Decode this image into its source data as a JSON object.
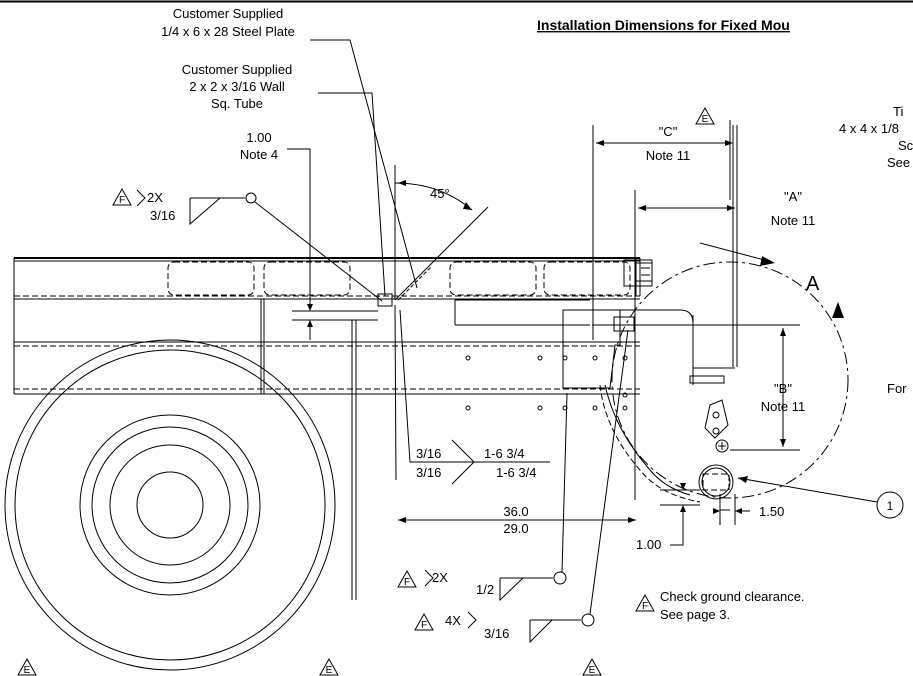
{
  "title": "Installation Dimensions for Fixed Mou",
  "labels": {
    "customer_plate_1": "Customer Supplied",
    "customer_plate_2": "1/4 x 6 x 28 Steel Plate",
    "customer_tube_1": "Customer Supplied",
    "customer_tube_2": "2 x 2 x 3/16 Wall",
    "customer_tube_3": "Sq. Tube",
    "dim_100_top": "1.00",
    "note4": "Note 4",
    "angle": "45°",
    "dim_c": "\"C\"",
    "dim_c_note": "Note 11",
    "dim_a": "\"A\"",
    "dim_a_note": "Note 11",
    "dim_b": "\"B\"",
    "dim_b_note": "Note 11",
    "view_a": "A",
    "right_cut_1": "Ti",
    "right_cut_2": "4 x 4 x 1/8",
    "right_cut_3": "Sc",
    "right_cut_4": "See",
    "right_cut_5": "For",
    "weld_2x_316": "2X",
    "weld_316": "3/16",
    "weld_len_1": "1-6 3/4",
    "weld_len_2": "1-6 3/4",
    "dim_360": "36.0",
    "dim_290": "29.0",
    "dim_150": "1.50",
    "dim_100_bottom": "1.00",
    "weld_2x_12": "2X",
    "weld_12": "1/2",
    "weld_4x_316": "4X",
    "weld_316b": "3/16",
    "note_f_1": "Check ground clearance.",
    "note_f_2": "See page 3.",
    "callout_1": "1",
    "rev_e": "E",
    "rev_f": "F"
  }
}
